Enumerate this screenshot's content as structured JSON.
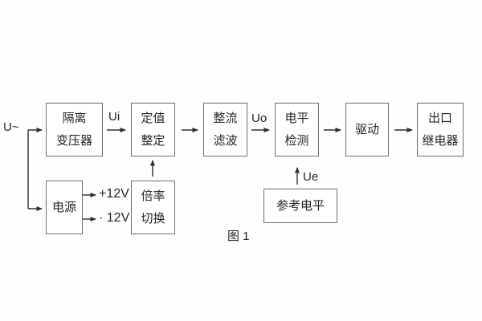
{
  "diagram": {
    "caption": "图 1",
    "input_label": "U~",
    "signal_labels": {
      "ui": "Ui",
      "uo": "Uo",
      "ue": "Ue"
    },
    "power_labels": {
      "positive": "+12V",
      "negative": "· 12V"
    },
    "blocks": [
      {
        "id": "isolation-transformer",
        "lines": [
          "隔离",
          "变压器"
        ]
      },
      {
        "id": "setting-adjustment",
        "lines": [
          "定值",
          "整定"
        ]
      },
      {
        "id": "rectifier-filter",
        "lines": [
          "整流",
          "滤波"
        ]
      },
      {
        "id": "level-detection",
        "lines": [
          "电平",
          "检测"
        ]
      },
      {
        "id": "driver",
        "lines": [
          "驱动"
        ]
      },
      {
        "id": "output-relay",
        "lines": [
          "出口",
          "继电器"
        ]
      },
      {
        "id": "power-supply",
        "lines": [
          "电源"
        ]
      },
      {
        "id": "ratio-switch",
        "lines": [
          "倍率",
          "切换"
        ]
      },
      {
        "id": "reference-level",
        "lines": [
          "参考电平"
        ]
      }
    ],
    "colors": {
      "background": "#ffffff",
      "box_border": "#6e6e6e",
      "line": "#2f2f2f",
      "text": "#262626"
    }
  }
}
